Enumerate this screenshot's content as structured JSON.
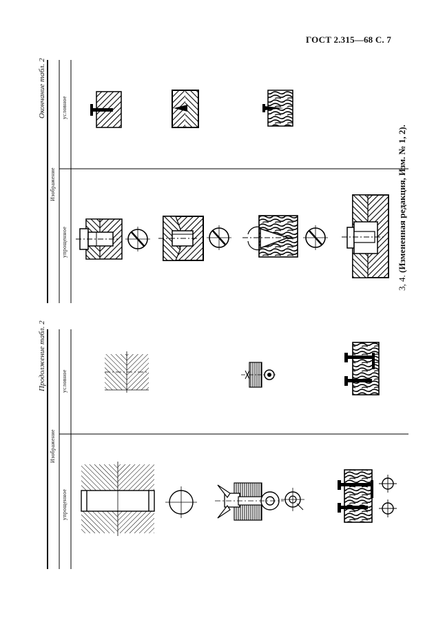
{
  "header": {
    "text": "ГОСТ 2.315—68  С. 7"
  },
  "upper_table": {
    "caption": "Окончание табл. 2",
    "col_image": "Изображение",
    "col_simplified": "упрощенное",
    "col_conventional": "условное"
  },
  "lower_table": {
    "caption": "Продолжение табл. 2",
    "col_image": "Изображение",
    "col_simplified": "упрощенное",
    "col_conventional": "условное"
  },
  "footnote": {
    "prefix": "3, 4.",
    "text": "(Измененная редакция, Изм. № 1, 2)."
  }
}
